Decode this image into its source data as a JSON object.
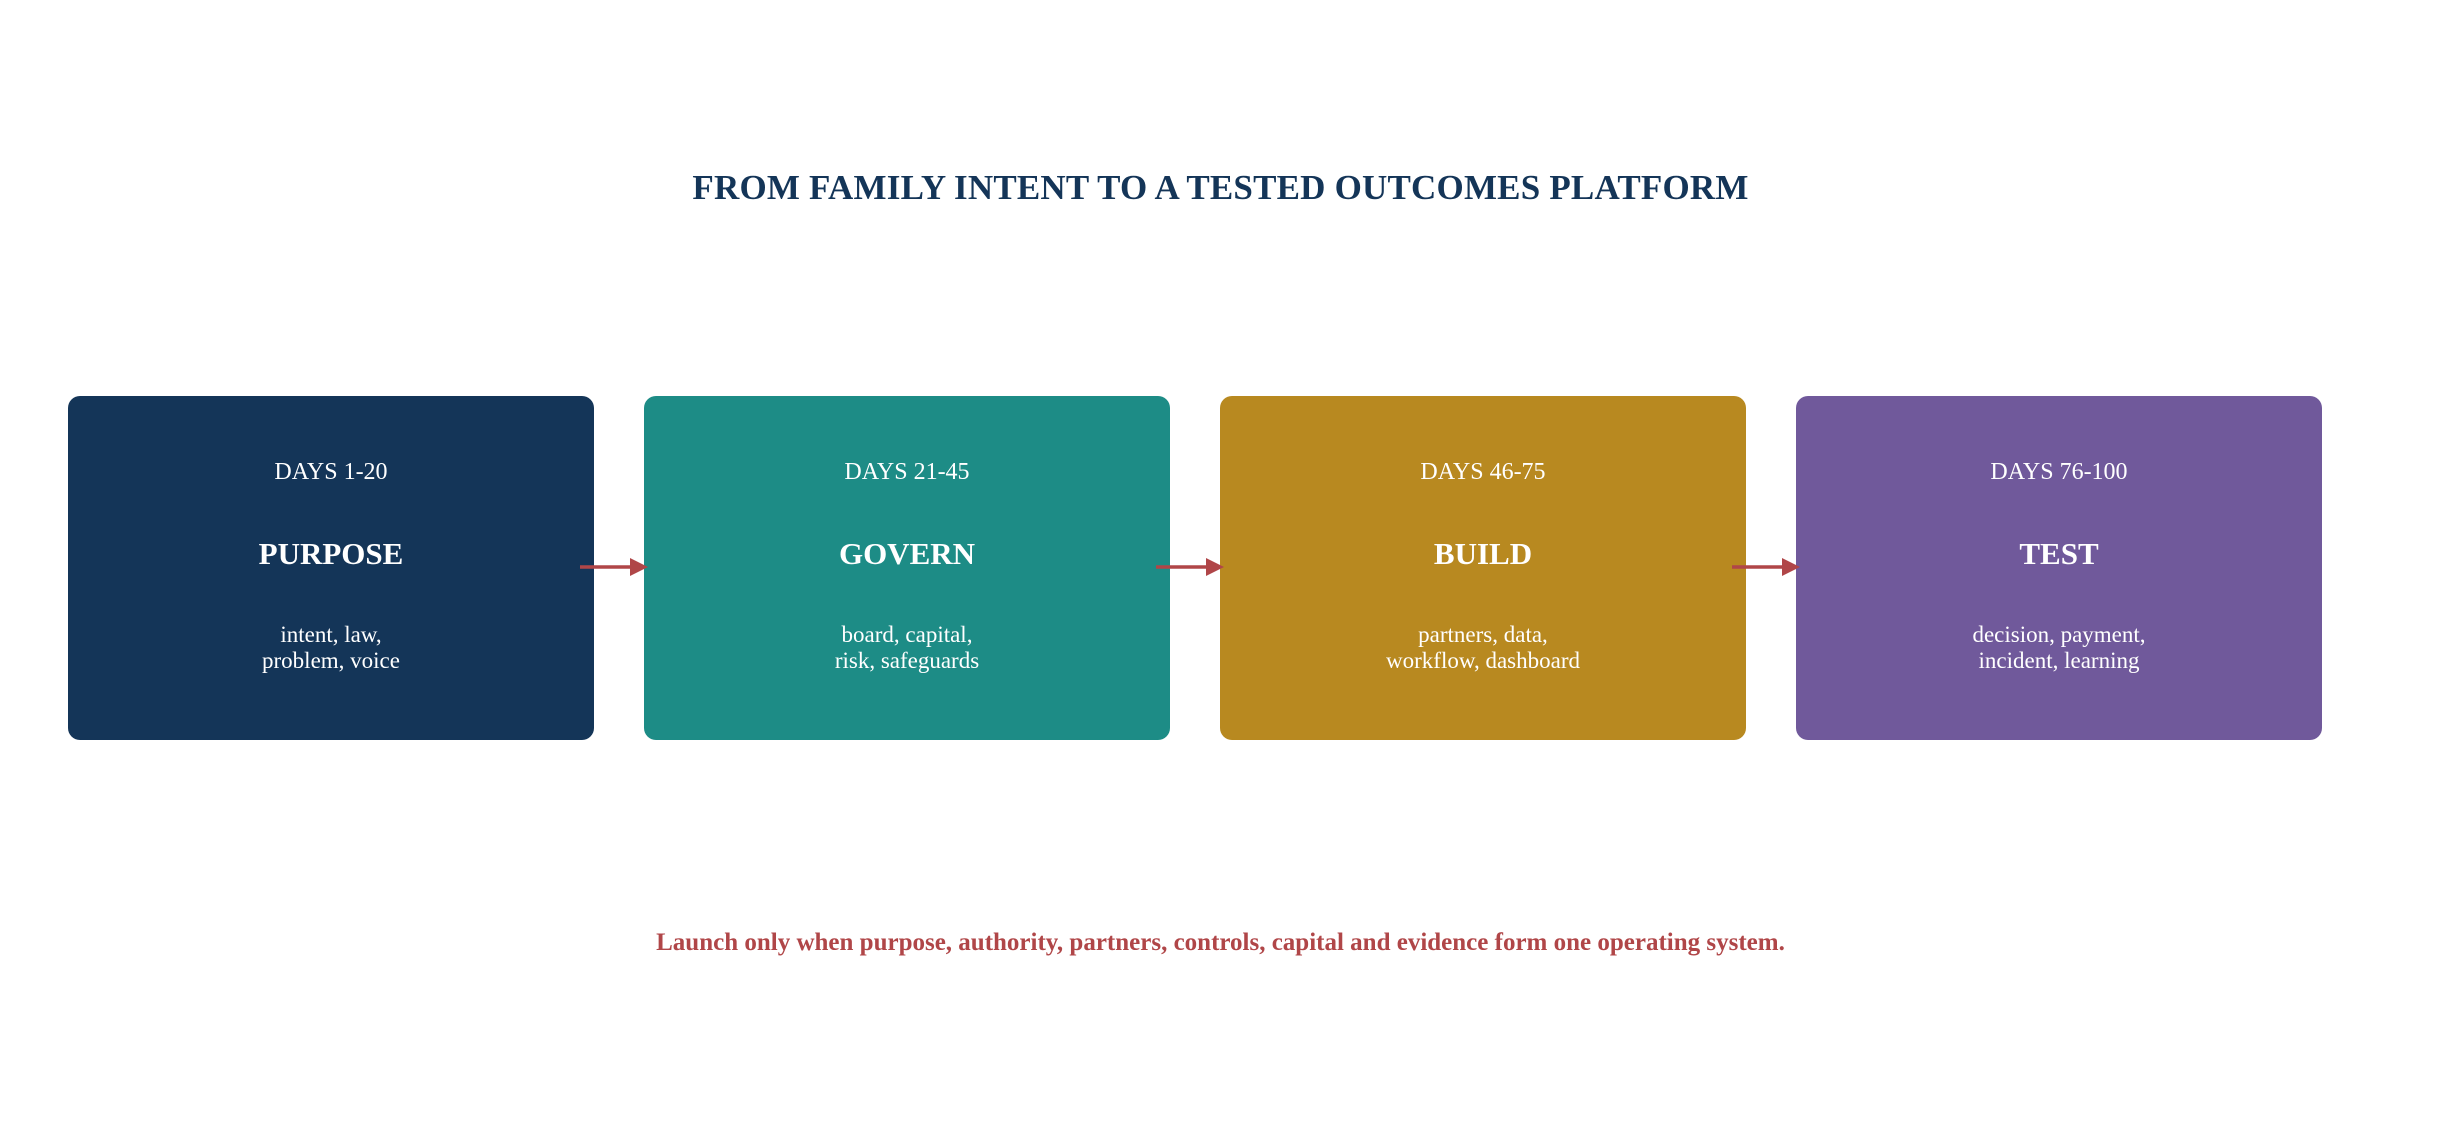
{
  "title": "FROM FAMILY INTENT TO A TESTED OUTCOMES PLATFORM",
  "stages": [
    {
      "days": "DAYS 1-20",
      "name": "PURPOSE",
      "desc_line1": "intent, law,",
      "desc_line2": "problem, voice",
      "color": "#143558"
    },
    {
      "days": "DAYS 21-45",
      "name": "GOVERN",
      "desc_line1": "board, capital,",
      "desc_line2": "risk, safeguards",
      "color": "#1d8c86"
    },
    {
      "days": "DAYS 46-75",
      "name": "BUILD",
      "desc_line1": "partners, data,",
      "desc_line2": "workflow, dashboard",
      "color": "#b88920"
    },
    {
      "days": "DAYS 76-100",
      "name": "TEST",
      "desc_line1": "decision, payment,",
      "desc_line2": "incident, learning",
      "color": "#70599b"
    }
  ],
  "arrow_color": "#b04648",
  "footer": "Launch only when purpose, authority, partners, controls, capital and evidence form one operating system."
}
